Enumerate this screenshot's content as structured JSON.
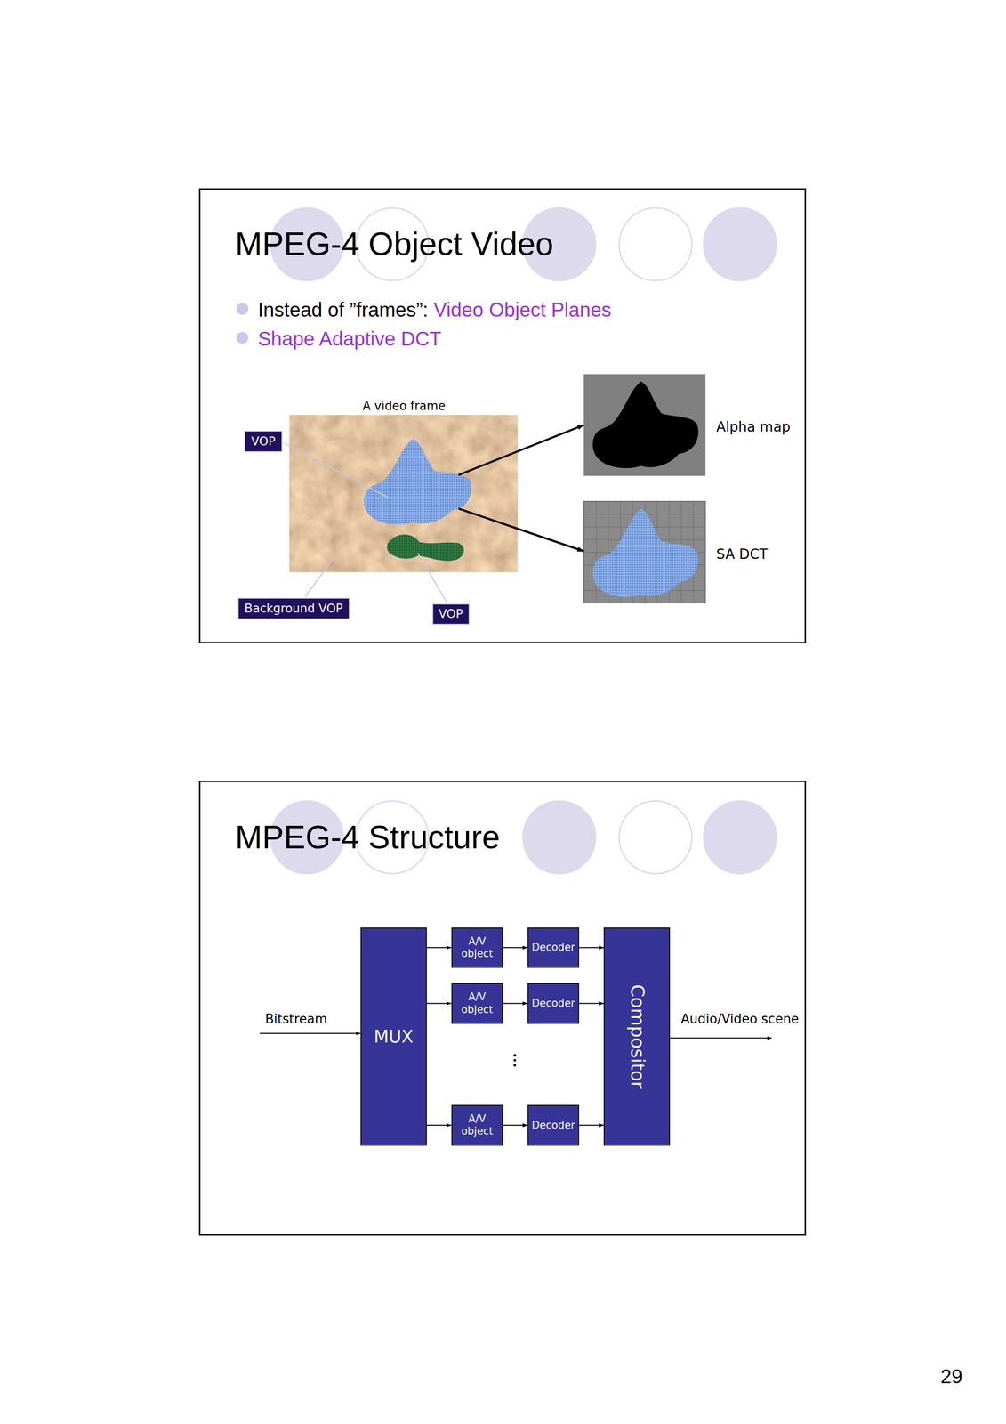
{
  "diagram": {
    "nodes": [
      {
        "text": [
          "MPEG-4 Object Video"
        ]
      },
      {
        "text": [
          "VOP"
        ],
        "in": 0
      },
      {
        "text": [
          "Background VOP"
        ],
        "in": 0
      },
      {
        "text": [
          "VOP"
        ],
        "in": 0
      },
      {
        "text": [
          "MPEG-4 Structure"
        ]
      },
      {
        "text": [
          "MUX"
        ],
        "in": 4
      },
      {
        "text": [
          "A/V object"
        ],
        "in": 4
      },
      {
        "text": [
          "Decoder"
        ],
        "in": 4
      },
      {
        "text": [
          "A/V object"
        ],
        "in": 4
      },
      {
        "text": [
          "Decoder"
        ],
        "in": 4
      },
      {
        "text": [
          "A/V object"
        ],
        "in": 4
      },
      {
        "text": [
          "Decoder"
        ],
        "in": 4
      },
      {
        "text": [
          "Compositor"
        ],
        "in": 4
      }
    ],
    "edges": [
      {
        "from": 5,
        "to": 6,
        "arrow": "to"
      },
      {
        "from": 6,
        "to": 7,
        "arrow": "to"
      },
      {
        "from": 7,
        "to": 12,
        "arrow": "to"
      },
      {
        "from": 5,
        "to": 8,
        "arrow": "to"
      },
      {
        "from": 8,
        "to": 9,
        "arrow": "to"
      },
      {
        "from": 9,
        "to": 12,
        "arrow": "to"
      },
      {
        "from": 5,
        "to": 10,
        "arrow": "to"
      },
      {
        "from": 10,
        "to": 11,
        "arrow": "to"
      },
      {
        "from": 11,
        "to": 12,
        "arrow": "to"
      }
    ],
    "labels": [
      "Instead of ”frames”:",
      "Video Object Planes",
      "Shape Adaptive DCT",
      "A video frame",
      "Alpha map",
      "SA DCT",
      "Bitstream",
      "Audio/Video scene",
      "29"
    ]
  }
}
